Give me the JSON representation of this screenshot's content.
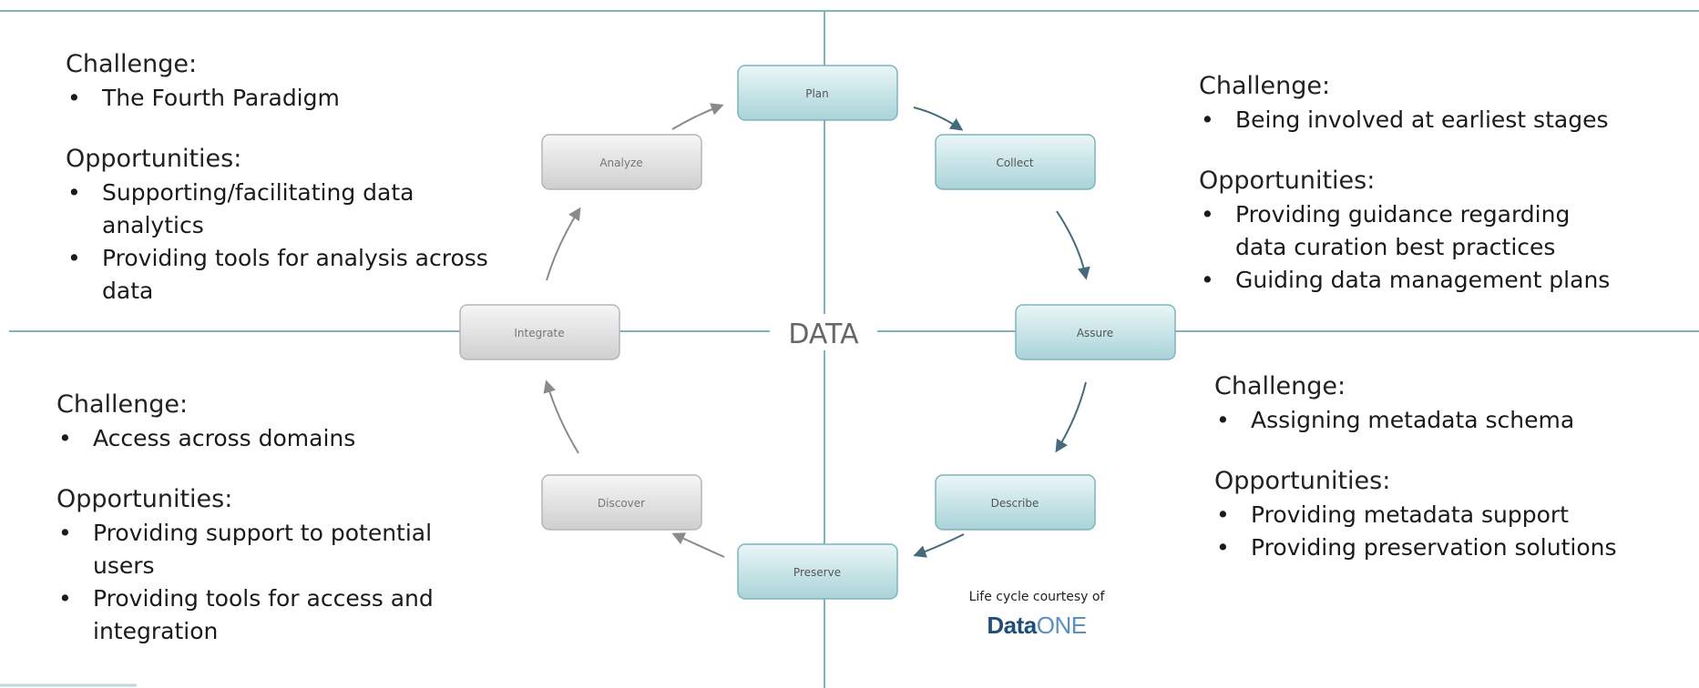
{
  "center_label": "DATA",
  "nodes": {
    "plan": "Plan",
    "collect": "Collect",
    "assure": "Assure",
    "describe": "Describe",
    "preserve": "Preserve",
    "discover": "Discover",
    "integrate": "Integrate",
    "analyze": "Analyze"
  },
  "colors": {
    "teal_box": "#c6e3e6",
    "grey_box": "#dcdcdc",
    "axis_line": "#7fb3bd",
    "arrow": "#456b7a"
  },
  "top_left": {
    "challenge_title": "Challenge:",
    "challenges": [
      "The Fourth Paradigm"
    ],
    "opportunities_title": "Opportunities:",
    "opportunities": [
      "Supporting/facilitating data analytics",
      "Providing tools for analysis across data"
    ]
  },
  "top_right": {
    "challenge_title": "Challenge:",
    "challenges": [
      "Being involved at earliest stages"
    ],
    "opportunities_title": "Opportunities:",
    "opportunities": [
      "Providing guidance regarding data curation best practices",
      "Guiding data management plans"
    ]
  },
  "bottom_left": {
    "challenge_title": "Challenge:",
    "challenges": [
      "Access across domains"
    ],
    "opportunities_title": "Opportunities:",
    "opportunities": [
      "Providing support to potential users",
      "Providing tools for access and integration"
    ]
  },
  "bottom_right": {
    "challenge_title": "Challenge:",
    "challenges": [
      "Assigning metadata schema"
    ],
    "opportunities_title": "Opportunities:",
    "opportunities": [
      "Providing metadata support",
      "Providing preservation solutions"
    ]
  },
  "credit": {
    "text": "Life cycle courtesy of",
    "logo_main": "Data",
    "logo_suffix": "ONE"
  }
}
